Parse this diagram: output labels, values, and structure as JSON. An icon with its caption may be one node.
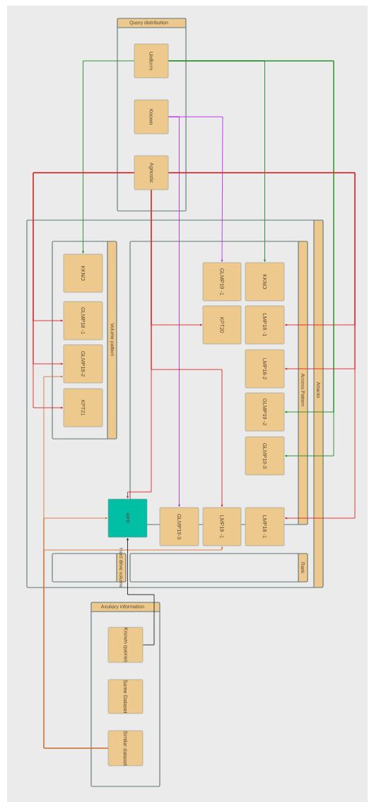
{
  "diagram": {
    "nodes": [
      {
        "text": [
          "Query distribution"
        ]
      },
      {
        "text": [
          "Uniform"
        ],
        "in": 0
      },
      {
        "text": [
          "Known"
        ],
        "in": 0
      },
      {
        "text": [
          "Agnostic"
        ],
        "in": 0
      },
      {
        "text": [
          "Attacks"
        ]
      },
      {
        "text": [
          "Volume pattern"
        ],
        "in": 4
      },
      {
        "text": [
          "KKNO"
        ],
        "in": 5
      },
      {
        "text": [
          "GLMP18 -1"
        ],
        "in": 5
      },
      {
        "text": [
          "GLMP18-2"
        ],
        "in": 5
      },
      {
        "text": [
          "KPT21"
        ],
        "in": 5
      },
      {
        "text": [
          "Access Pattern"
        ],
        "in": 4
      },
      {
        "text": [
          "GLMP19 -1"
        ],
        "in": 10
      },
      {
        "text": [
          "KKNO"
        ],
        "in": 10
      },
      {
        "text": [
          "KPT20"
        ],
        "in": 10
      },
      {
        "text": [
          "LMP18 -1"
        ],
        "in": 10
      },
      {
        "text": [
          "LMP18-2"
        ],
        "in": 10
      },
      {
        "text": [
          "GLMP19 -2"
        ],
        "in": 10
      },
      {
        "text": [
          "GLMP19-3"
        ],
        "in": 10
      },
      {
        "text": [
          "Hard drive volume"
        ],
        "in": 4
      },
      {
        "text": [
          "Rank"
        ],
        "in": 4
      },
      {
        "text": [
          "RPP"
        ],
        "in": 4
      },
      {
        "text": [
          "GLMP19-3"
        ],
        "in": 4
      },
      {
        "text": [
          "LMP18 -1"
        ],
        "in": 4
      },
      {
        "text": [
          "LMP18 -1"
        ],
        "in": 4
      },
      {
        "text": [
          "Axuliary information"
        ]
      },
      {
        "text": [
          "Known queries"
        ],
        "in": 24
      },
      {
        "text": [
          "Same Dataset"
        ],
        "in": 24
      },
      {
        "text": [
          "Similar dataset"
        ],
        "in": 24
      }
    ],
    "edges": [
      {
        "from": 1,
        "to": 6,
        "arrow": "to",
        "color": "#1e8c1e"
      },
      {
        "from": 1,
        "to": 12,
        "arrow": "to",
        "color": "#1e8c1e"
      },
      {
        "from": 1,
        "to": 16,
        "arrow": "to",
        "color": "#1e8c1e"
      },
      {
        "from": 1,
        "to": 17,
        "arrow": "to",
        "color": "#1e8c1e"
      },
      {
        "from": 2,
        "to": 21,
        "arrow": "to",
        "color": "#b42ee8"
      },
      {
        "from": 2,
        "to": 11,
        "arrow": "to",
        "color": "#b42ee8"
      },
      {
        "from": 3,
        "to": 7,
        "arrow": "to"
      },
      {
        "from": 3,
        "to": 8,
        "arrow": "to"
      },
      {
        "from": 3,
        "to": 9,
        "arrow": "to"
      },
      {
        "from": 3,
        "to": 20,
        "arrow": "to"
      },
      {
        "from": 3,
        "to": 13,
        "arrow": "to"
      },
      {
        "from": 3,
        "to": 22,
        "arrow": "to"
      },
      {
        "from": 3,
        "to": 14,
        "arrow": "to"
      },
      {
        "from": 3,
        "to": 15,
        "arrow": "to"
      },
      {
        "from": 3,
        "to": 23,
        "arrow": "to"
      },
      {
        "from": 27,
        "to": 8,
        "arrow": "to",
        "color": "#d2773c"
      },
      {
        "from": 27,
        "to": 20,
        "arrow": "to",
        "color": "#d2773c"
      },
      {
        "from": 27,
        "to": 22,
        "arrow": "to",
        "color": "#d2773c"
      },
      {
        "from": 25,
        "to": 20,
        "arrow": "to",
        "color": "#222222"
      }
    ]
  }
}
